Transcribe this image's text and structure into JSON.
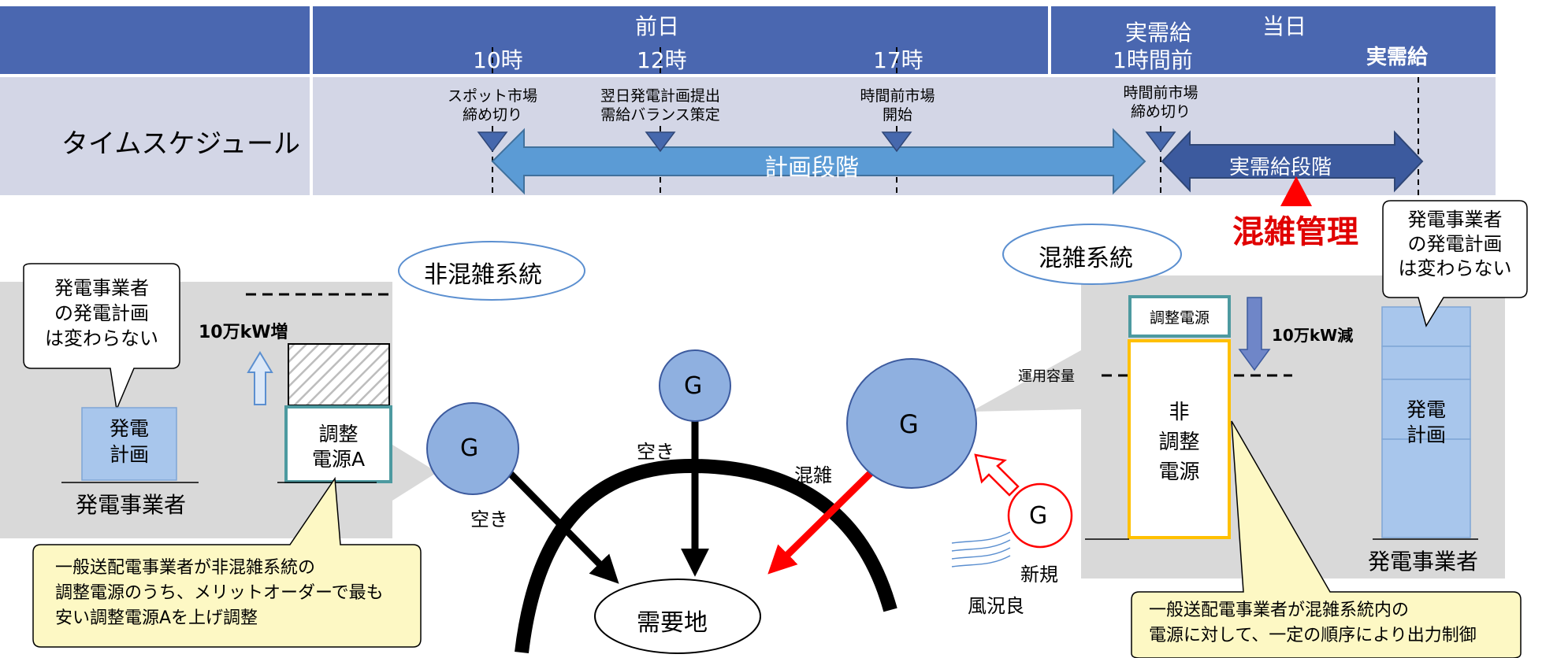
{
  "timeline": {
    "header": {
      "day_before": "前日",
      "same_day": "当日",
      "t10": "10時",
      "t12": "12時",
      "t17": "17時",
      "one_hour_before_l1": "実需給",
      "one_hour_before_l2": "1時間前",
      "real_time": "実需給"
    },
    "row_label": "タイムスケジュール",
    "events": {
      "spot_close_l1": "スポット市場",
      "spot_close_l2": "締め切り",
      "plan_submit_l1": "翌日発電計画提出",
      "plan_submit_l2": "需給バランス策定",
      "intraday_open_l1": "時間前市場",
      "intraday_open_l2": "開始",
      "intraday_close_l1": "時間前市場",
      "intraday_close_l2": "締め切り"
    },
    "phase_planning": "計画段階",
    "phase_real": "実需給段階"
  },
  "congestion_mgmt": "混雑管理",
  "left": {
    "system_label": "非混雑系統",
    "callout_l1": "発電事業者",
    "callout_l2": "の発電計画",
    "callout_l3": "は変わらない",
    "plan_l1": "発電",
    "plan_l2": "計画",
    "generator_label": "発電事業者",
    "increase": "10万kW増",
    "adj_l1": "調整",
    "adj_l2": "電源A",
    "note_l1": "一般送配電事業者が非混雑系統の",
    "note_l2": "調整電源のうち、メリットオーダーで最も",
    "note_l3": "安い調整電源Aを上げ調整"
  },
  "network": {
    "g": "G",
    "free_left": "空き",
    "free_center": "空き",
    "congested": "混雑",
    "new": "新規",
    "wind": "風況良",
    "demand": "需要地"
  },
  "right": {
    "system_label": "混雑系統",
    "callout_l1": "発電事業者",
    "callout_l2": "の発電計画",
    "callout_l3": "は変わらない",
    "adj_source": "調整電源",
    "decrease": "10万kW減",
    "capacity": "運用容量",
    "nonadj_l1": "非",
    "nonadj_l2": "調整",
    "nonadj_l3": "電源",
    "plan_l1": "発電",
    "plan_l2": "計画",
    "generator_label": "発電事業者",
    "note_l1": "一般送配電事業者が混雑系統内の",
    "note_l2": "電源に対して、一定の順序により出力制御"
  },
  "colors": {
    "header_blue": "#4a67b0",
    "row_band": "#d3d6e6",
    "arrow_light": "#5b9bd5",
    "arrow_dark": "#3c5a9e",
    "marker": "#4668ad",
    "gray_panel": "#d9d9d9",
    "g_fill": "#8fb0e0",
    "congestion_red": "#e00000",
    "note_yellow": "#fdf8c4"
  }
}
